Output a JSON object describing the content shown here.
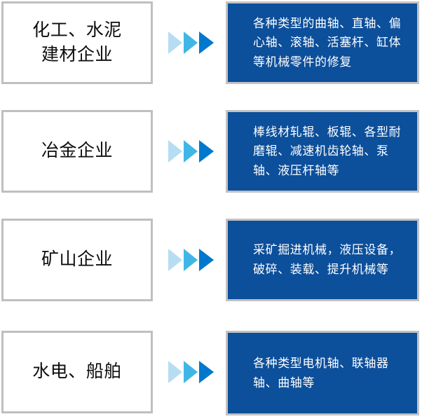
{
  "diagram": {
    "type": "process-mapping",
    "arrow_colors": [
      "#b6ddf1",
      "#41b6e6",
      "#0078cd"
    ],
    "detail_box_color": "#0c4f9b",
    "category_box_border_color": "#bfbfbf",
    "rows": [
      {
        "category": "化工、水泥\n建材企业",
        "detail": "各种类型的曲轴、直轴、偏心轴、滚轴、活塞杆、缸体等机械零件的修复"
      },
      {
        "category": "冶金企业",
        "detail": "棒线材轧辊、板辊、各型耐磨辊、减速机齿轮轴、泵轴、液压杆轴等"
      },
      {
        "category": "矿山企业",
        "detail": "采矿掘进机械，液压设备，破碎、装载、提升机械等"
      },
      {
        "category": "水电、船舶",
        "detail": "各种类型电机轴、联轴器轴、曲轴等"
      }
    ]
  }
}
